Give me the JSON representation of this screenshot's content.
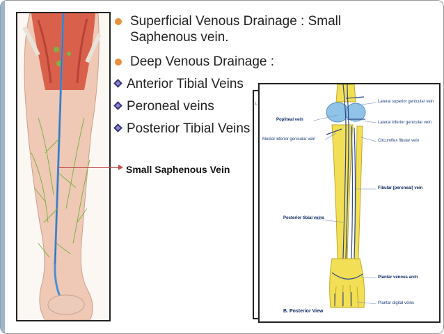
{
  "bullets": [
    {
      "type": "dot",
      "lines": [
        "Superficial Venous Drainage : Small",
        "Saphenous vein."
      ]
    },
    {
      "type": "dot",
      "lines": [
        "Deep Venous Drainage :"
      ]
    },
    {
      "type": "diamond",
      "lines": [
        "Anterior Tibial Veins"
      ]
    },
    {
      "type": "diamond",
      "lines": [
        "Peroneal veins"
      ]
    },
    {
      "type": "diamond",
      "lines": [
        "Posterior Tibial Veins"
      ]
    }
  ],
  "callout": {
    "label": "Small Saphenous Vein"
  },
  "figure": {
    "labels": {
      "popliteal_vein": "Popliteal vein",
      "lateral_superior_genicular": "Lateral superior genicular vein",
      "lateral_inferior_genicular": "Lateral inferior genicular vein",
      "medial_inferior_genicular": "Medial inferior genicular vein",
      "circumflex_fibular": "Circumflex fibular vein",
      "fibular_vein": "Fibular (peroneal) vein",
      "posterior_tibial_veins": "Posterior tibial veins",
      "plantar_venous_arch": "Plantar venous arch",
      "plantar_digital_veins": "Plantar digital veins",
      "view_title": "B. Posterior View"
    }
  },
  "colors": {
    "bullet_dot": "#e8913a",
    "diamond": "#3a3580",
    "accent_bar": "#9bb7cf",
    "arrow": "#c0504d",
    "bone": "#f2df55",
    "vein": "#2f4a8a",
    "muscle": "#d9614c",
    "skin": "#efc9b5"
  }
}
